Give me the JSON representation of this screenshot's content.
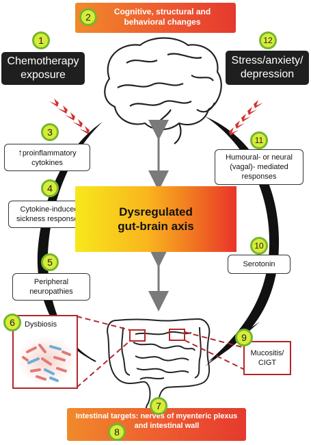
{
  "top_banner": {
    "number": "2",
    "line1": "Cognitive, structural and",
    "line2": "behavioral changes"
  },
  "left_stressor": {
    "number": "1",
    "line1": "Chemotherapy",
    "line2": "exposure"
  },
  "right_stressor": {
    "number": "12",
    "line1": "Stress/anxiety/",
    "line2": "depression"
  },
  "proinflammatory": {
    "number": "3",
    "arrow": "↑",
    "line1": "proinflammatory",
    "line2": "cytokines"
  },
  "sickness": {
    "number": "4",
    "line1": "Cytokine-induced",
    "line2": "sickness responses"
  },
  "neuropathies": {
    "number": "5",
    "line1": "Peripheral",
    "line2": "neuropathies"
  },
  "dysbiosis": {
    "number": "6",
    "label": "Dysbiosis"
  },
  "humoural": {
    "number": "11",
    "line1": "Humoural- or neural",
    "line2": "(vagal)- mediated",
    "line3": "responses"
  },
  "serotonin": {
    "number": "10",
    "label": "Serotonin"
  },
  "mucositis": {
    "number": "9",
    "line1": "Mucositis/",
    "line2": "CIGT"
  },
  "center": {
    "line1": "Dysregulated",
    "line2": "gut-brain axis"
  },
  "bottom_banner": {
    "number_a": "7",
    "number_b": "8",
    "line1": "Intestinal targets: nerves of myenteric plexus",
    "line2": "and intestinal wall"
  },
  "colors": {
    "badge_fill": "#d7ec3a",
    "badge_ring": "#74b52b",
    "dark_red": "#b5252a",
    "arrow_grey": "#7a7a7a",
    "banner_orange": "#ee5a30"
  }
}
